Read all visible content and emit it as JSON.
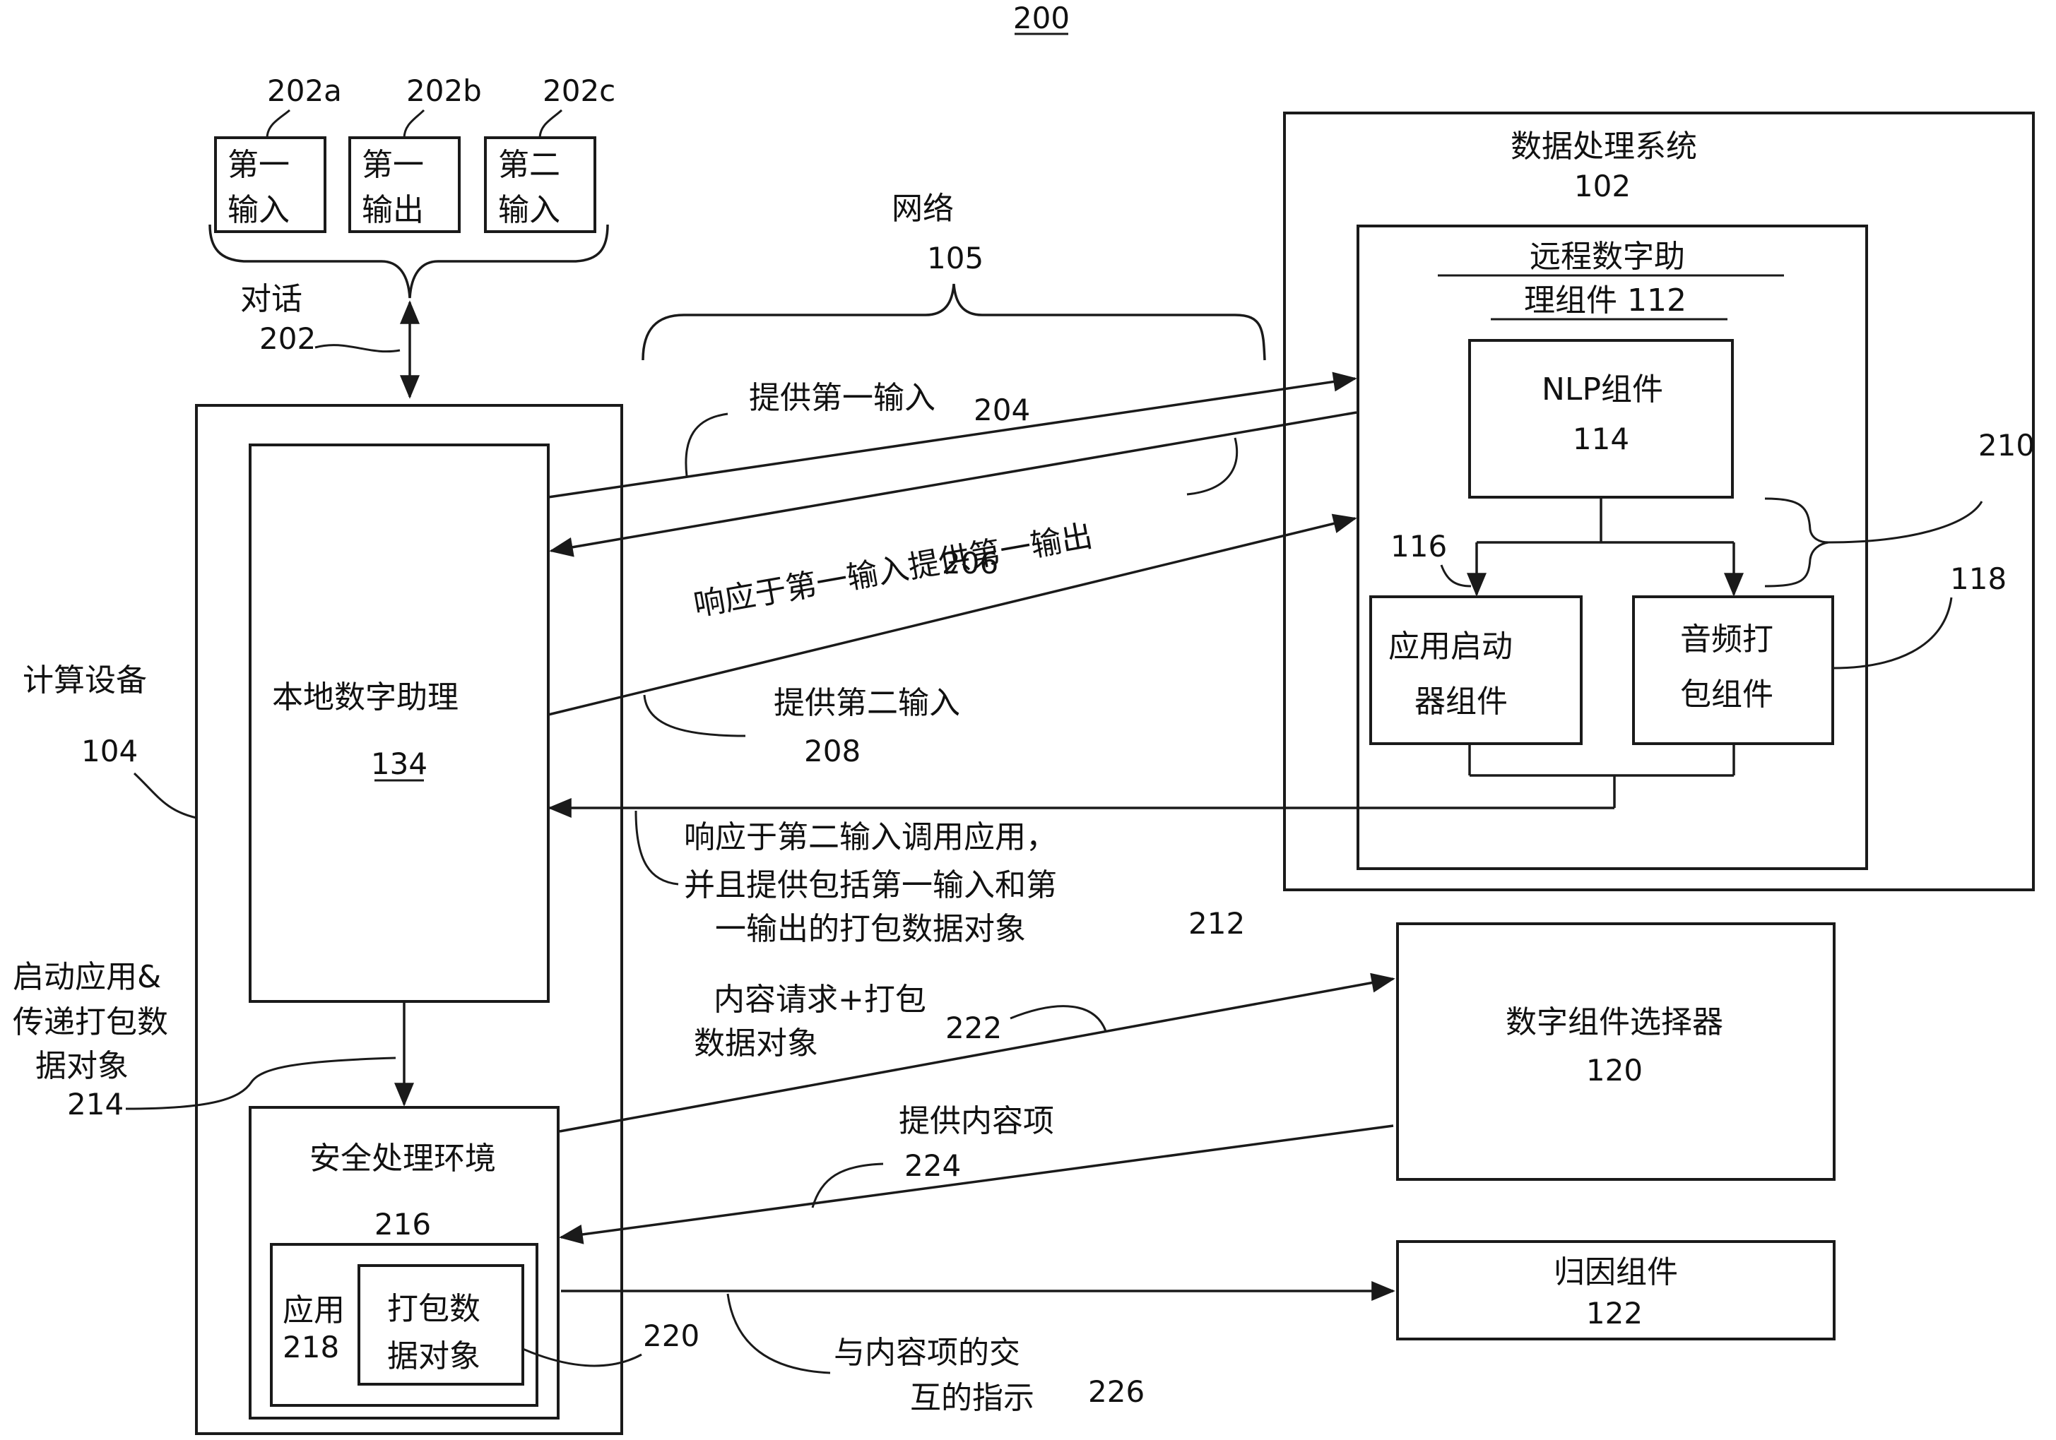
{
  "figure_number": "200",
  "conversation": {
    "label": "对话",
    "ref": "202",
    "items": [
      {
        "ref": "202a",
        "line1": "第一",
        "line2": "输入"
      },
      {
        "ref": "202b",
        "line1": "第一",
        "line2": "输出"
      },
      {
        "ref": "202c",
        "line1": "第二",
        "line2": "输入"
      }
    ]
  },
  "network": {
    "label": "网络",
    "ref": "105"
  },
  "computing_device": {
    "label": "计算设备",
    "ref": "104"
  },
  "local_assistant": {
    "label": "本地数字助理",
    "ref": "134"
  },
  "data_processing_system": {
    "label": "数据处理系统",
    "ref": "102"
  },
  "remote_assistant": {
    "line1": "远程数字助",
    "line2": "理组件 112"
  },
  "nlp": {
    "label": "NLP组件",
    "ref": "114"
  },
  "app_launcher": {
    "line1": "应用启动",
    "line2": "器组件",
    "ref": "116"
  },
  "audio_packager": {
    "line1": "音频打",
    "line2": "包组件",
    "ref": "118"
  },
  "group_ref": "210",
  "secure_env": {
    "label": "安全处理环境",
    "ref": "216"
  },
  "app": {
    "label": "应用",
    "ref": "218"
  },
  "packaged_object": {
    "line1": "打包数",
    "line2": "据对象",
    "ref": "220"
  },
  "digital_selector": {
    "label": "数字组件选择器",
    "ref": "120"
  },
  "attribution": {
    "label": "归因组件",
    "ref": "122"
  },
  "flows": {
    "f204": {
      "label": "提供第一输入",
      "ref": "204"
    },
    "f206": {
      "label": "响应于第一输入提供第一输出",
      "ref": "206"
    },
    "f208": {
      "label": "提供第二输入",
      "ref": "208"
    },
    "f212": {
      "line1": "响应于第二输入调用应用，",
      "line2": "并且提供包括第一输入和第",
      "line3": "一输出的打包数据对象",
      "ref": "212"
    },
    "f214": {
      "line1": "启动应用&",
      "line2": "传递打包数",
      "line3": "据对象",
      "ref": "214"
    },
    "f222": {
      "line1": "内容请求+打包",
      "line2": "数据对象",
      "ref": "222"
    },
    "f224": {
      "label": "提供内容项",
      "ref": "224"
    },
    "f226": {
      "line1": "与内容项的交",
      "line2": "互的指示",
      "ref": "226"
    }
  }
}
